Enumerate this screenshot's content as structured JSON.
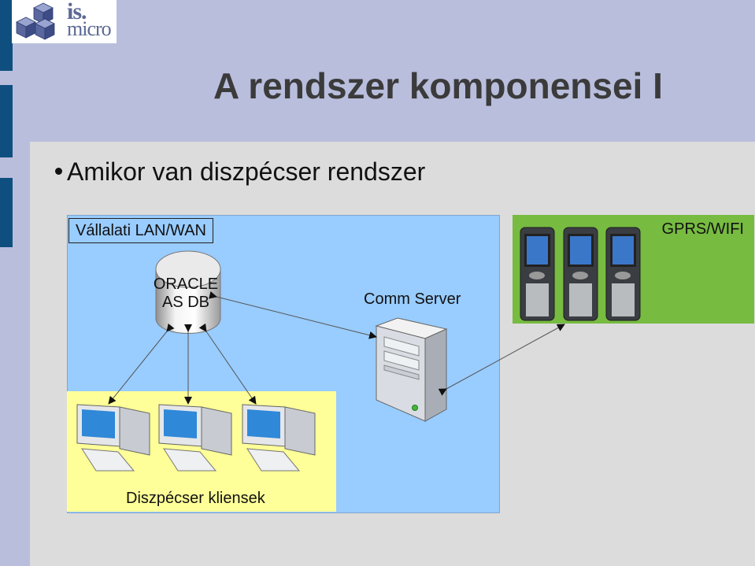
{
  "slide": {
    "title": "A rendszer komponensei I",
    "bullet": "Amikor van diszpécser rendszer"
  },
  "logo": {
    "line1": "is.",
    "line2": "micro"
  },
  "diagram": {
    "lan_label": "Vállalati LAN/WAN",
    "gprs_label": "GPRS/WIFI",
    "database_label": [
      "ORACLE",
      "AS DB"
    ],
    "server_label": "Comm Server",
    "clients_label": "Diszpécser kliensek"
  },
  "colors": {
    "background": "#b9bedd",
    "content": "#dcdcdc",
    "lan": "#99ccff",
    "clients": "#ffff99",
    "gprs": "#77bb41",
    "side_bars": "#0f4f80"
  },
  "icons": [
    "cube-logo-icon",
    "database-icon",
    "server-tower-icon",
    "desktop-computer-icon",
    "handheld-terminal-icon"
  ]
}
